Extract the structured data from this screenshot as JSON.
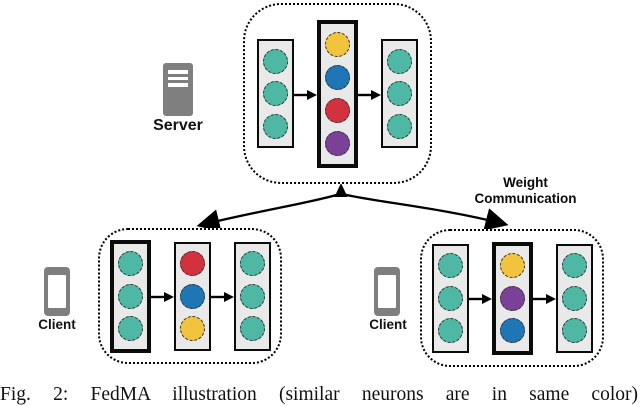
{
  "colors": {
    "teal": "#4FB8A4",
    "yellow": "#F2C33C",
    "blue": "#1E76B4",
    "red": "#D2323E",
    "purple": "#7B4199",
    "layer_bg": "#E9E9E9",
    "icon_gray": "#7F7F7F",
    "line": "#000000"
  },
  "server": {
    "label": "Server"
  },
  "clients": {
    "left_label": "Client",
    "right_label": "Client"
  },
  "annotation": {
    "line1": "Weight",
    "line2": "Communication"
  },
  "caption": "Fig. 2: FedMA illustration (similar neurons are in same color)",
  "networks": {
    "server": {
      "bold_layer": 1,
      "layers": [
        [
          "teal",
          "teal",
          "teal"
        ],
        [
          "yellow",
          "blue",
          "red",
          "purple"
        ],
        [
          "teal",
          "teal",
          "teal"
        ]
      ]
    },
    "client_left": {
      "bold_layer": 0,
      "layers": [
        [
          "teal",
          "teal",
          "teal"
        ],
        [
          "red",
          "blue",
          "yellow"
        ],
        [
          "teal",
          "teal",
          "teal"
        ]
      ]
    },
    "client_right": {
      "bold_layer": 1,
      "layers": [
        [
          "teal",
          "teal",
          "teal"
        ],
        [
          "yellow",
          "purple",
          "blue"
        ],
        [
          "teal",
          "teal",
          "teal"
        ]
      ]
    }
  }
}
